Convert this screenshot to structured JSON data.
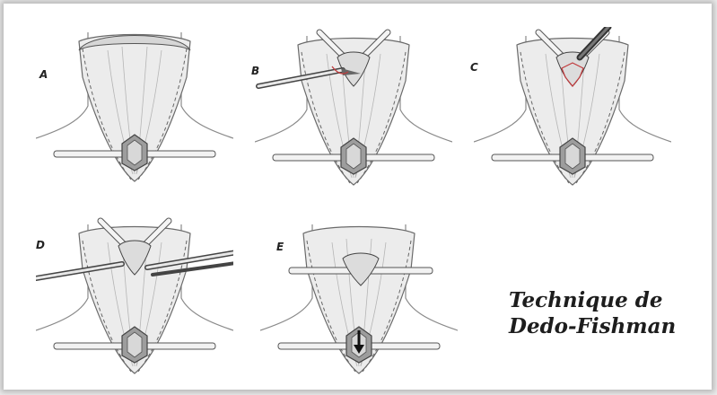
{
  "panels": [
    {
      "label": "A"
    },
    {
      "label": "B"
    },
    {
      "label": "C"
    },
    {
      "label": "D"
    },
    {
      "label": "E"
    }
  ],
  "caption": {
    "line1": "Technique de",
    "line2": "Dedo-Fishman"
  },
  "colors": {
    "background": "#ffffff",
    "frame_border": "#ececec",
    "line": "#555555",
    "skin": "#e9e9e9",
    "incision_red": "#c0393b"
  }
}
